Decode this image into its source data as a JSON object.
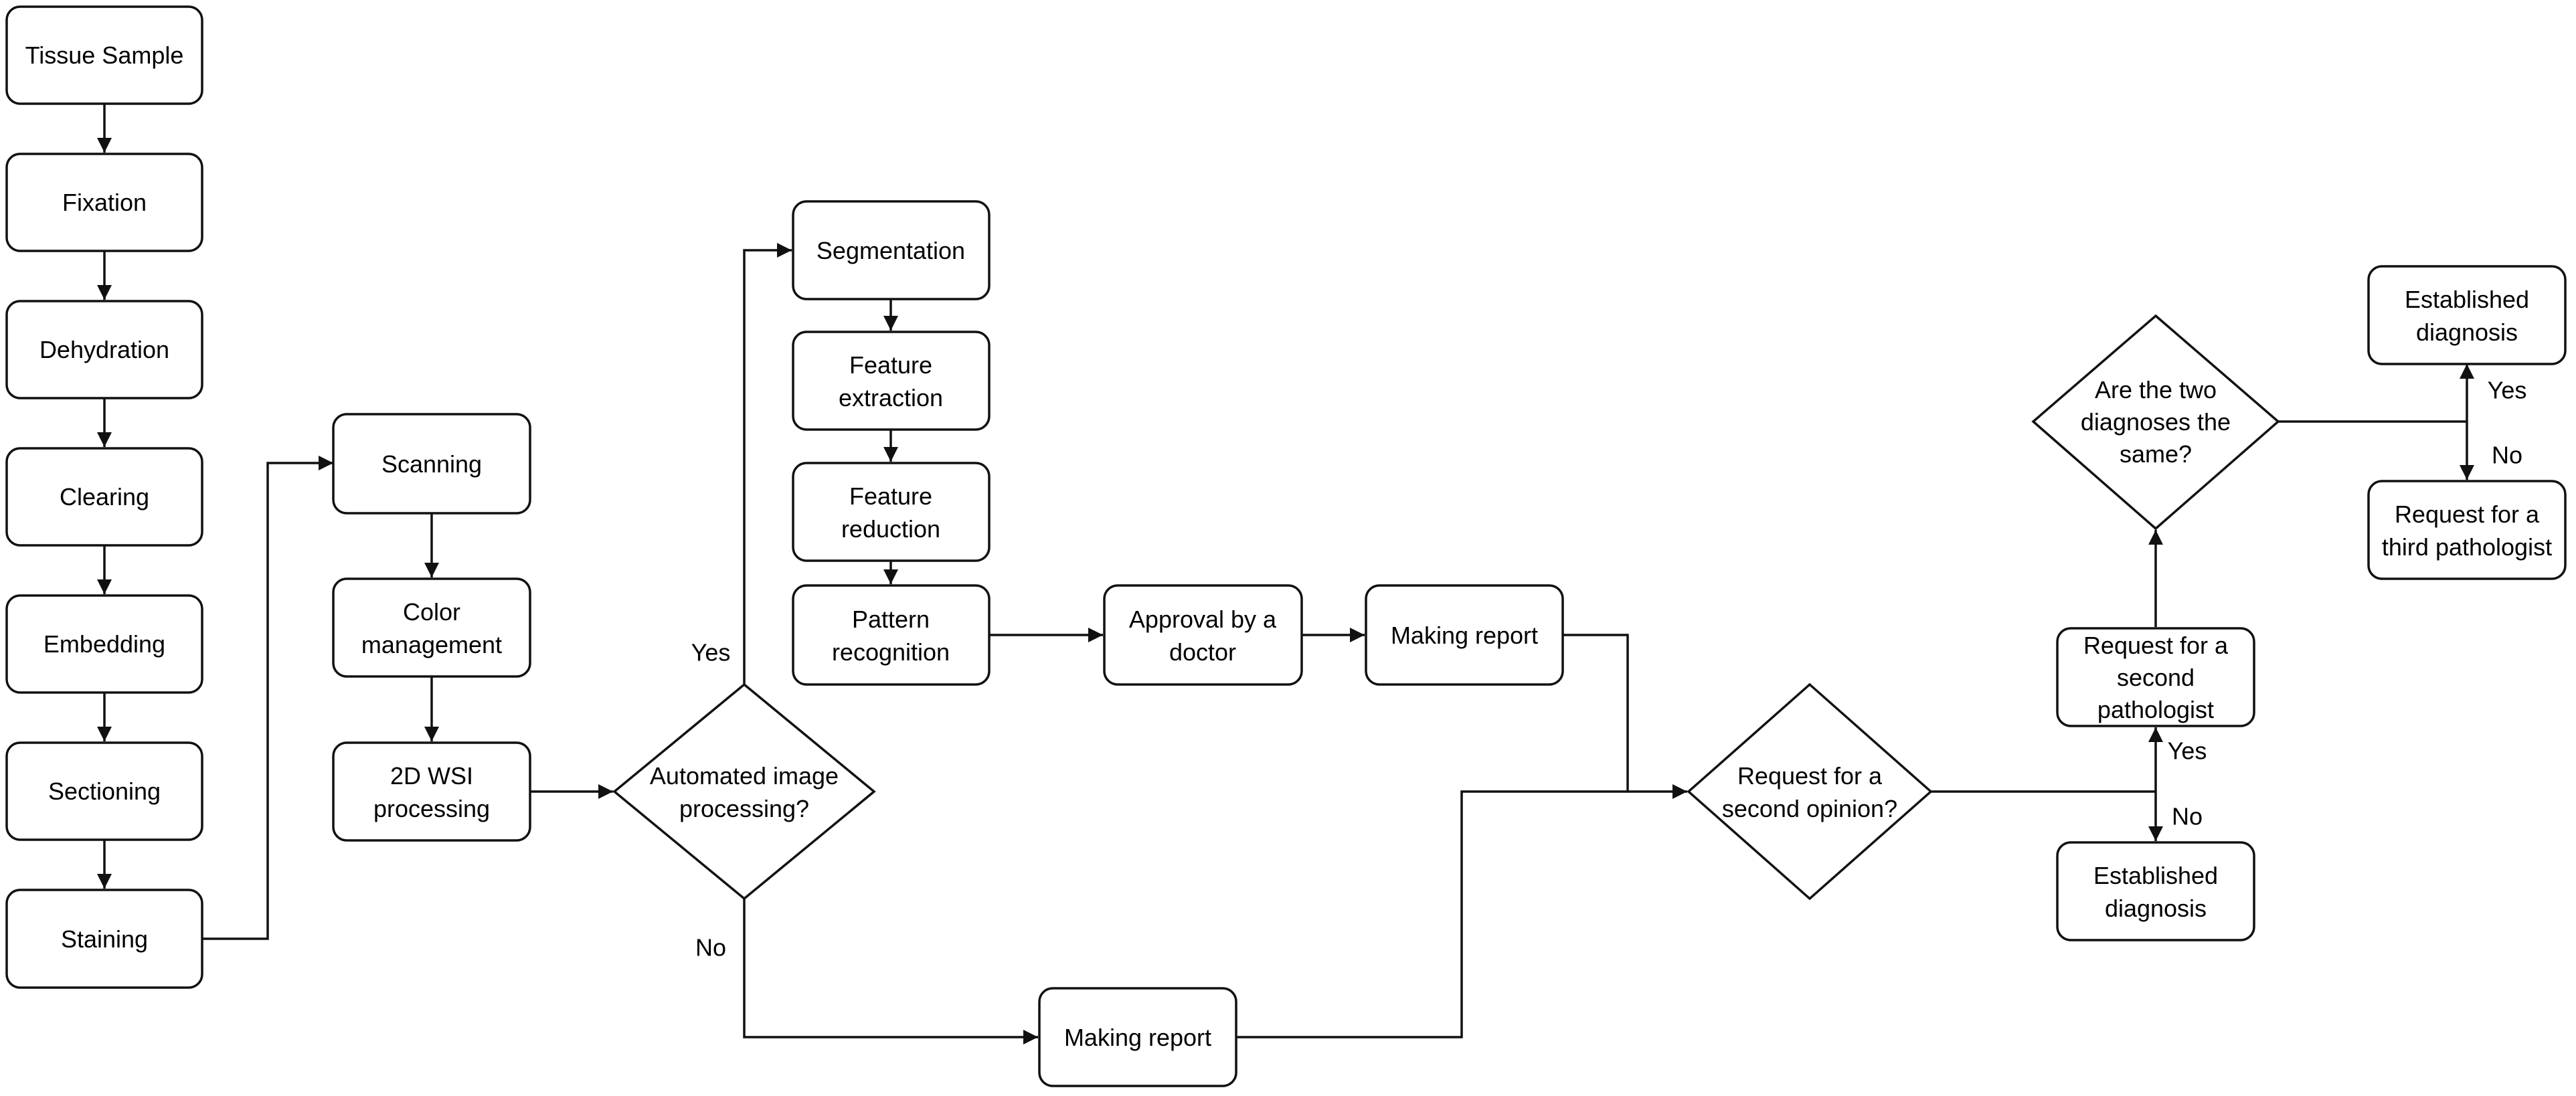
{
  "nodes": {
    "tissue_sample": [
      "Tissue Sample"
    ],
    "fixation": [
      "Fixation"
    ],
    "dehydration": [
      "Dehydration"
    ],
    "clearing": [
      "Clearing"
    ],
    "embedding": [
      "Embedding"
    ],
    "sectioning": [
      "Sectioning"
    ],
    "staining": [
      "Staining"
    ],
    "scanning": [
      "Scanning"
    ],
    "color_management": [
      "Color",
      "management"
    ],
    "wsi_processing": [
      "2D WSI",
      "processing"
    ],
    "automated_decision": [
      "Automated image",
      "processing?"
    ],
    "segmentation": [
      "Segmentation"
    ],
    "feature_extraction": [
      "Feature",
      "extraction"
    ],
    "feature_reduction": [
      "Feature",
      "reduction"
    ],
    "pattern_recognition": [
      "Pattern",
      "recognition"
    ],
    "approval": [
      "Approval by a",
      "doctor"
    ],
    "making_report_top": [
      "Making report"
    ],
    "making_report_bottom": [
      "Making report"
    ],
    "second_opinion_decision": [
      "Request for a",
      "second opinion?"
    ],
    "second_pathologist": [
      "Request for a",
      "second",
      "pathologist"
    ],
    "established_diagnosis_1": [
      "Established",
      "diagnosis"
    ],
    "same_diagnosis_decision": [
      "Are the two",
      "diagnoses the",
      "same?"
    ],
    "established_diagnosis_2": [
      "Established",
      "diagnosis"
    ],
    "third_pathologist": [
      "Request for a",
      "third pathologist"
    ]
  },
  "edge_labels": {
    "yes_automated": "Yes",
    "no_automated": "No",
    "yes_second_opinion": "Yes",
    "no_second_opinion": "No",
    "yes_same": "Yes",
    "no_same": "No"
  }
}
